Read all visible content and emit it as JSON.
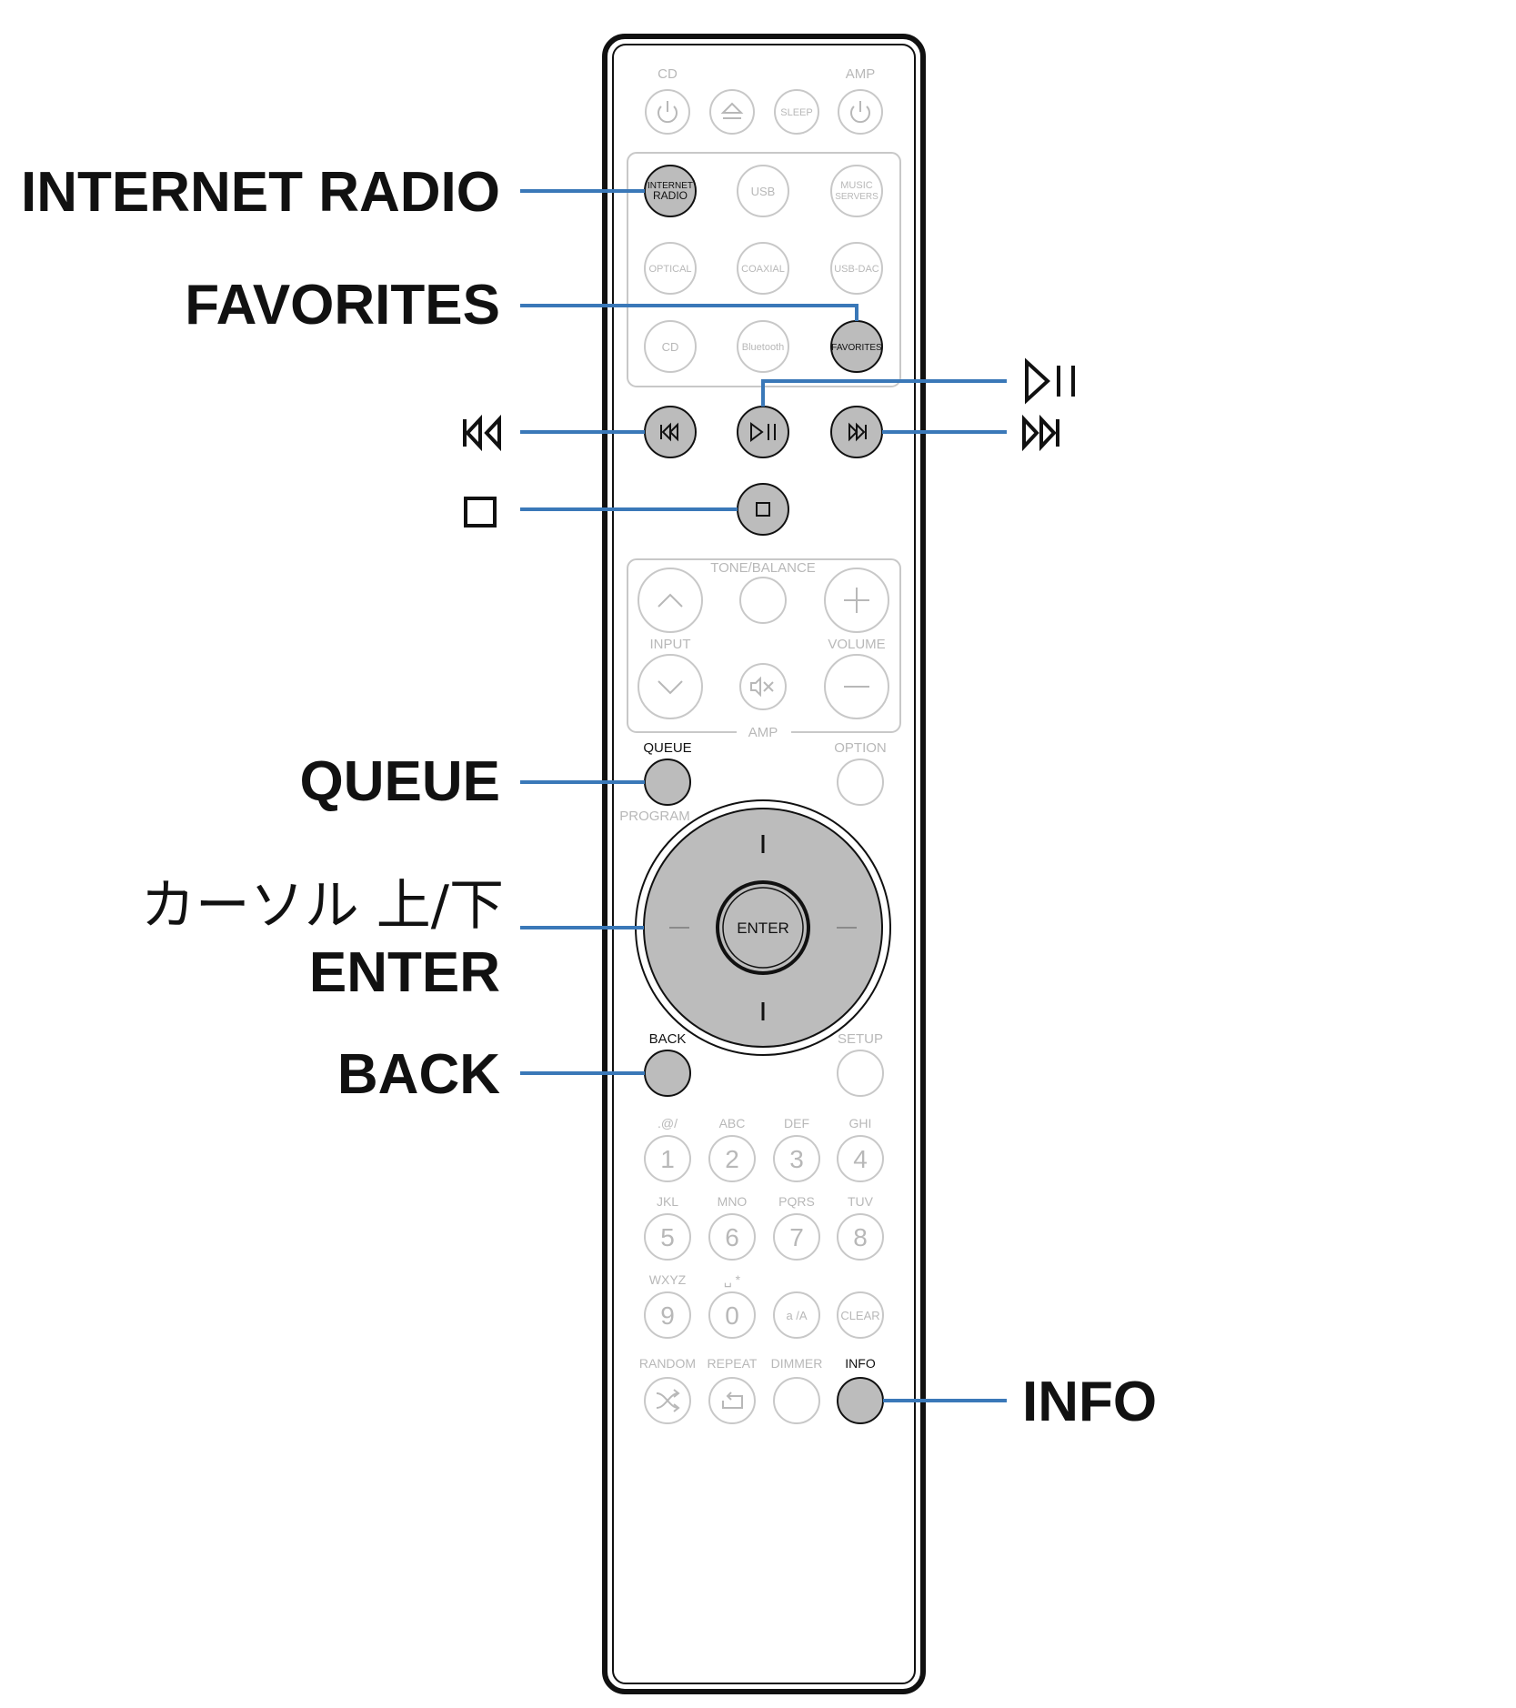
{
  "colors": {
    "leader": "#3a78b8",
    "highlight_fill": "#bcbcbc",
    "muted_text": "#b8b8b8",
    "outline": "#c8c8c8",
    "remote_body": "#111111"
  },
  "callouts": {
    "internet_radio": "INTERNET RADIO",
    "favorites": "FAVORITES",
    "queue": "QUEUE",
    "cursor_updown": "カーソル 上/下",
    "enter": "ENTER",
    "back": "BACK",
    "info": "INFO",
    "icons": {
      "play_pause": "play-pause-icon",
      "skip_back": "skip-back-icon",
      "skip_forward": "skip-forward-icon",
      "stop": "stop-icon"
    }
  },
  "remote": {
    "top": {
      "cd": "CD",
      "amp": "AMP",
      "sleep": "SLEEP"
    },
    "sources": {
      "internet_radio_l1": "INTERNET",
      "internet_radio_l2": "RADIO",
      "usb": "USB",
      "music_servers_l1": "MUSIC",
      "music_servers_l2": "SERVERS",
      "optical": "OPTICAL",
      "coaxial": "COAXIAL",
      "usb_dac": "USB-DAC",
      "cd": "CD",
      "bluetooth": "Bluetooth",
      "favorites": "FAVORITES"
    },
    "amp_panel": {
      "tone_balance": "TONE/BALANCE",
      "input": "INPUT",
      "volume": "VOLUME",
      "amp": "AMP"
    },
    "queue": "QUEUE",
    "option": "OPTION",
    "program": "PROGRAM",
    "enter": "ENTER",
    "back": "BACK",
    "setup": "SETUP",
    "keypad": [
      {
        "letters": ".@/",
        "digit": "1"
      },
      {
        "letters": "ABC",
        "digit": "2"
      },
      {
        "letters": "DEF",
        "digit": "3"
      },
      {
        "letters": "GHI",
        "digit": "4"
      },
      {
        "letters": "JKL",
        "digit": "5"
      },
      {
        "letters": "MNO",
        "digit": "6"
      },
      {
        "letters": "PQRS",
        "digit": "7"
      },
      {
        "letters": "TUV",
        "digit": "8"
      },
      {
        "letters": "WXYZ",
        "digit": "9"
      },
      {
        "letters": "␣ *",
        "digit": "0"
      },
      {
        "letters": "",
        "digit": "a /A"
      },
      {
        "letters": "",
        "digit": "CLEAR"
      }
    ],
    "bottom": {
      "random": "RANDOM",
      "repeat": "REPEAT",
      "dimmer": "DIMMER",
      "info": "INFO"
    }
  }
}
